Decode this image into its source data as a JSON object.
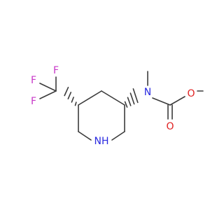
{
  "molecule": {
    "atoms": {
      "f1": {
        "symbol": "F",
        "color": "#c838c8"
      },
      "f2": {
        "symbol": "F",
        "color": "#c838c8"
      },
      "f3": {
        "symbol": "F",
        "color": "#c838c8"
      },
      "n_ring": {
        "symbol": "NH",
        "color": "#2a2ae0"
      },
      "n_carbamate": {
        "symbol": "N",
        "color": "#2a2ae0"
      },
      "o_carbonyl": {
        "symbol": "O",
        "color": "#e02020"
      },
      "o_ester": {
        "symbol": "O",
        "color": "#e02020"
      }
    },
    "bond_color": "#3b3b3b"
  }
}
